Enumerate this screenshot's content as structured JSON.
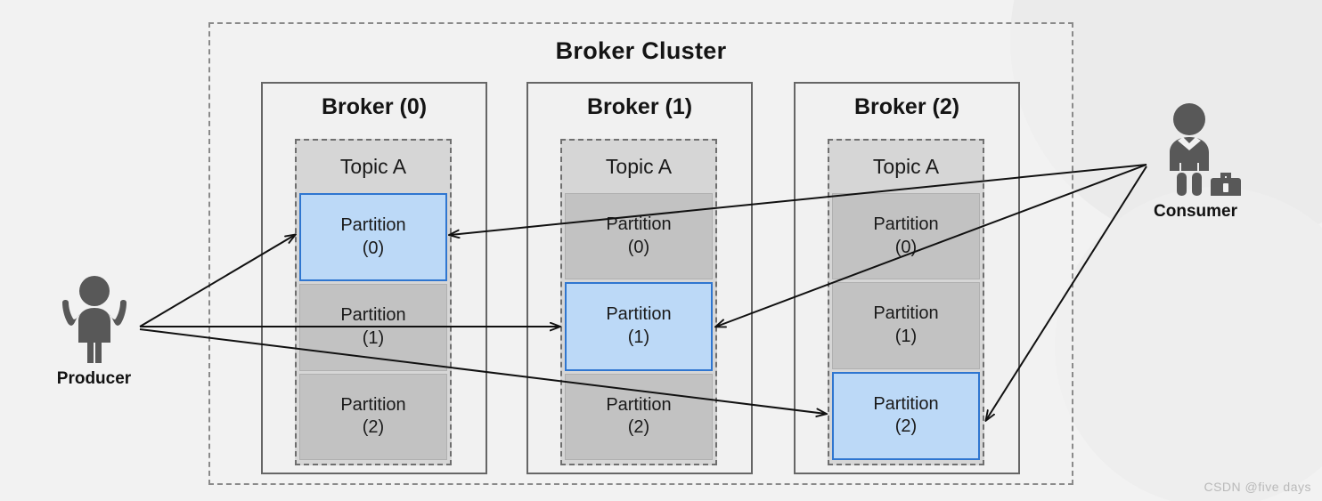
{
  "diagram": {
    "cluster_title": "Broker Cluster",
    "watermark": "CSDN @five days",
    "colors": {
      "background": "#f2f2f2",
      "partition_idle": "#c2c2c2",
      "partition_active_fill": "#bcd9f7",
      "partition_active_border": "#2f76d0",
      "topic_fill": "#d6d6d6",
      "actor_icon": "#585858",
      "arrow": "#111111"
    }
  },
  "brokers": [
    {
      "title": "Broker (0)",
      "topic": "Topic A",
      "partitions": [
        {
          "name": "Partition",
          "index": "(0)",
          "active": true
        },
        {
          "name": "Partition",
          "index": "(1)",
          "active": false
        },
        {
          "name": "Partition",
          "index": "(2)",
          "active": false
        }
      ]
    },
    {
      "title": "Broker (1)",
      "topic": "Topic A",
      "partitions": [
        {
          "name": "Partition",
          "index": "(0)",
          "active": false
        },
        {
          "name": "Partition",
          "index": "(1)",
          "active": true
        },
        {
          "name": "Partition",
          "index": "(2)",
          "active": false
        }
      ]
    },
    {
      "title": "Broker (2)",
      "topic": "Topic A",
      "partitions": [
        {
          "name": "Partition",
          "index": "(0)",
          "active": false
        },
        {
          "name": "Partition",
          "index": "(1)",
          "active": false
        },
        {
          "name": "Partition",
          "index": "(2)",
          "active": true
        }
      ]
    }
  ],
  "actors": {
    "producer": {
      "label": "Producer",
      "icon": "person-arms-up-icon"
    },
    "consumer": {
      "label": "Consumer",
      "icon": "person-briefcase-icon"
    }
  },
  "flows": [
    {
      "from": "Producer",
      "to": "Broker (0) / Partition (0)"
    },
    {
      "from": "Producer",
      "to": "Broker (1) / Partition (1)"
    },
    {
      "from": "Producer",
      "to": "Broker (2) / Partition (2)"
    },
    {
      "from": "Consumer",
      "to": "Broker (0) / Partition (0)"
    },
    {
      "from": "Consumer",
      "to": "Broker (1) / Partition (1)"
    },
    {
      "from": "Consumer",
      "to": "Broker (2) / Partition (2)"
    }
  ]
}
